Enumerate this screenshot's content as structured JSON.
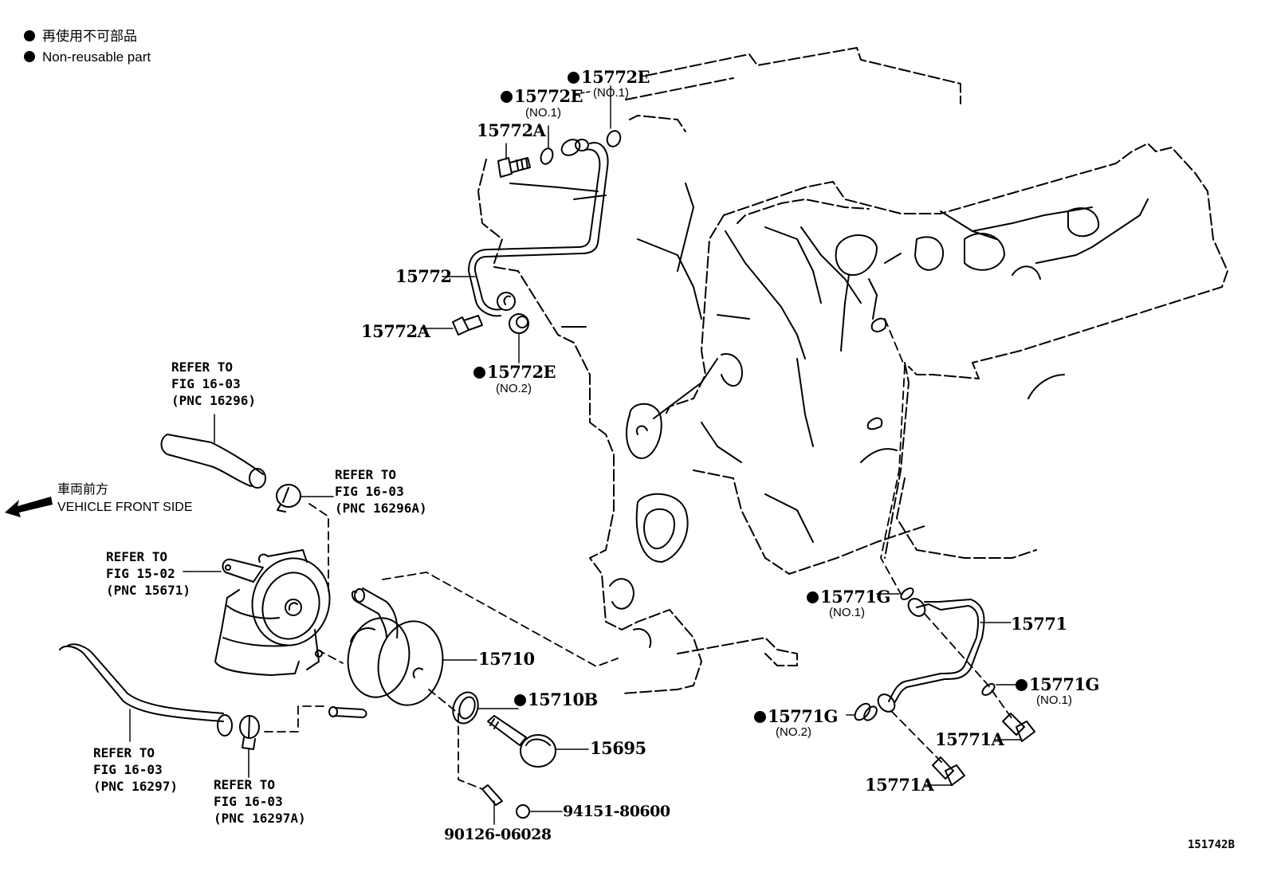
{
  "legend": {
    "items": [
      {
        "symbol": "filled-circle",
        "text": "再使用不可部品"
      },
      {
        "symbol": "filled-circle",
        "text": "Non-reusable part"
      }
    ]
  },
  "direction": {
    "icon": "arrow-left-icon",
    "label_jp": "車両前方",
    "label_en": "VEHICLE FRONT SIDE"
  },
  "figure_id": "151742B",
  "parts": [
    {
      "id": "15772E-top",
      "number": "15772E",
      "non_reusable": true,
      "sub": "(NO.1)"
    },
    {
      "id": "15772E-mid",
      "number": "15772E",
      "non_reusable": true,
      "sub": "(NO.1)"
    },
    {
      "id": "15772A-top",
      "number": "15772A",
      "non_reusable": false,
      "sub": ""
    },
    {
      "id": "15772",
      "number": "15772",
      "non_reusable": false,
      "sub": ""
    },
    {
      "id": "15772A-bottom",
      "number": "15772A",
      "non_reusable": false,
      "sub": ""
    },
    {
      "id": "15772E-bottom",
      "number": "15772E",
      "non_reusable": true,
      "sub": "(NO.2)"
    },
    {
      "id": "15710",
      "number": "15710",
      "non_reusable": false,
      "sub": ""
    },
    {
      "id": "15710B",
      "number": "15710B",
      "non_reusable": true,
      "sub": ""
    },
    {
      "id": "15695",
      "number": "15695",
      "non_reusable": false,
      "sub": ""
    },
    {
      "id": "94151-80600",
      "number": "94151-80600",
      "non_reusable": false,
      "sub": ""
    },
    {
      "id": "90126-06028",
      "number": "90126-06028",
      "non_reusable": false,
      "sub": ""
    },
    {
      "id": "15771G-left",
      "number": "15771G",
      "non_reusable": true,
      "sub": "(NO.1)"
    },
    {
      "id": "15771",
      "number": "15771",
      "non_reusable": false,
      "sub": ""
    },
    {
      "id": "15771G-right",
      "number": "15771G",
      "non_reusable": true,
      "sub": "(NO.1)"
    },
    {
      "id": "15771G-no2",
      "number": "15771G",
      "non_reusable": true,
      "sub": "(NO.2)"
    },
    {
      "id": "15771A-upper",
      "number": "15771A",
      "non_reusable": false,
      "sub": ""
    },
    {
      "id": "15771A-lower",
      "number": "15771A",
      "non_reusable": false,
      "sub": ""
    }
  ],
  "references": [
    {
      "id": "pnc-16296",
      "line1": "REFER TO",
      "line2": "FIG 16-03",
      "line3": "(PNC 16296)"
    },
    {
      "id": "pnc-16296a",
      "line1": "REFER TO",
      "line2": "FIG 16-03",
      "line3": "(PNC 16296A)"
    },
    {
      "id": "pnc-15671",
      "line1": "REFER TO",
      "line2": "FIG 15-02",
      "line3": "(PNC 15671)"
    },
    {
      "id": "pnc-16297",
      "line1": "REFER TO",
      "line2": "FIG 16-03",
      "line3": "(PNC 16297)"
    },
    {
      "id": "pnc-16297a",
      "line1": "REFER TO",
      "line2": "FIG 16-03",
      "line3": "(PNC 16297A)"
    }
  ]
}
